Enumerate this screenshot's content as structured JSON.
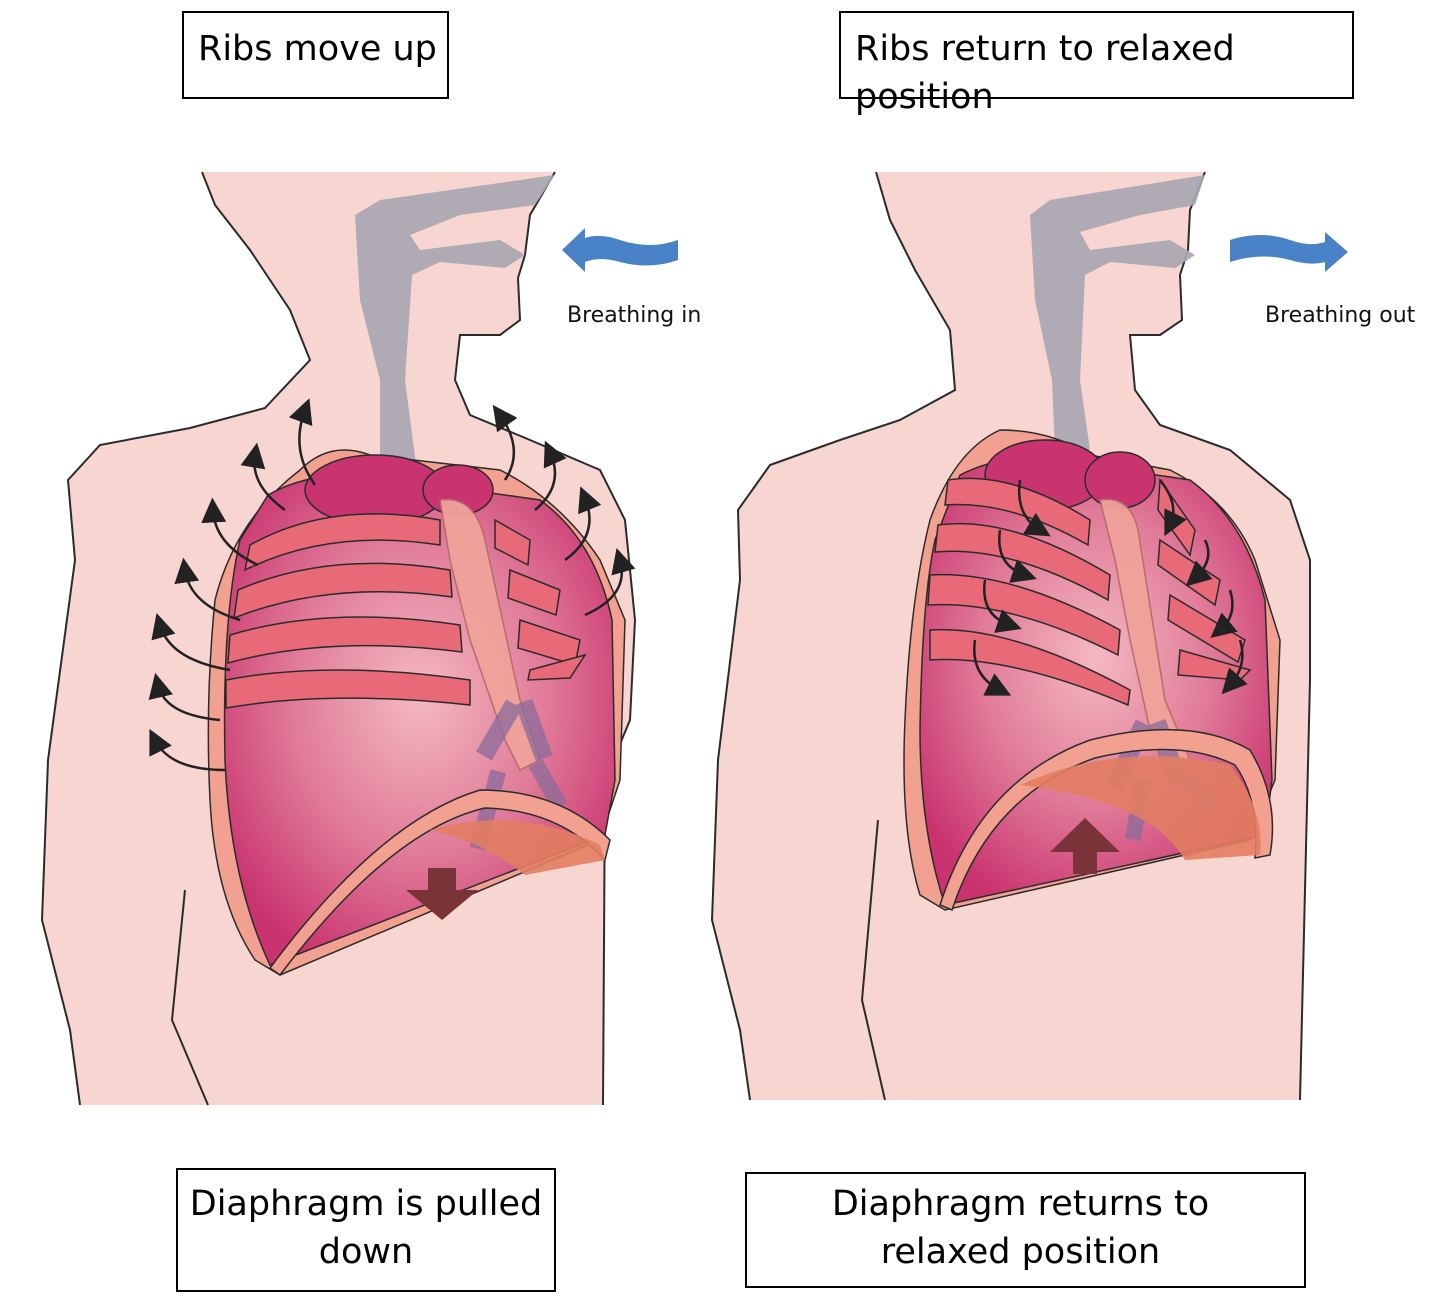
{
  "labels": {
    "ribs_up": "Ribs move up",
    "ribs_relax": "Ribs return to relaxed position",
    "diaphragm_down": "Diaphragm is pulled down",
    "diaphragm_relax": "Diaphragm returns to relaxed position",
    "breathing_in": "Breathing in",
    "breathing_out": "Breathing out"
  },
  "colors": {
    "skin": "#f7d5d0",
    "skin_outline": "#2b2b2b",
    "airway": "#a9a6b2",
    "lung_deep": "#cf3c75",
    "lung_light": "#f0aab6",
    "rib": "#e86a78",
    "rib_outer": "#f2a090",
    "diaphragm": "#e27d62",
    "movement_arrow": "#7a3338",
    "air_arrow": "#4a82c8",
    "rib_arrow": "#222222"
  }
}
